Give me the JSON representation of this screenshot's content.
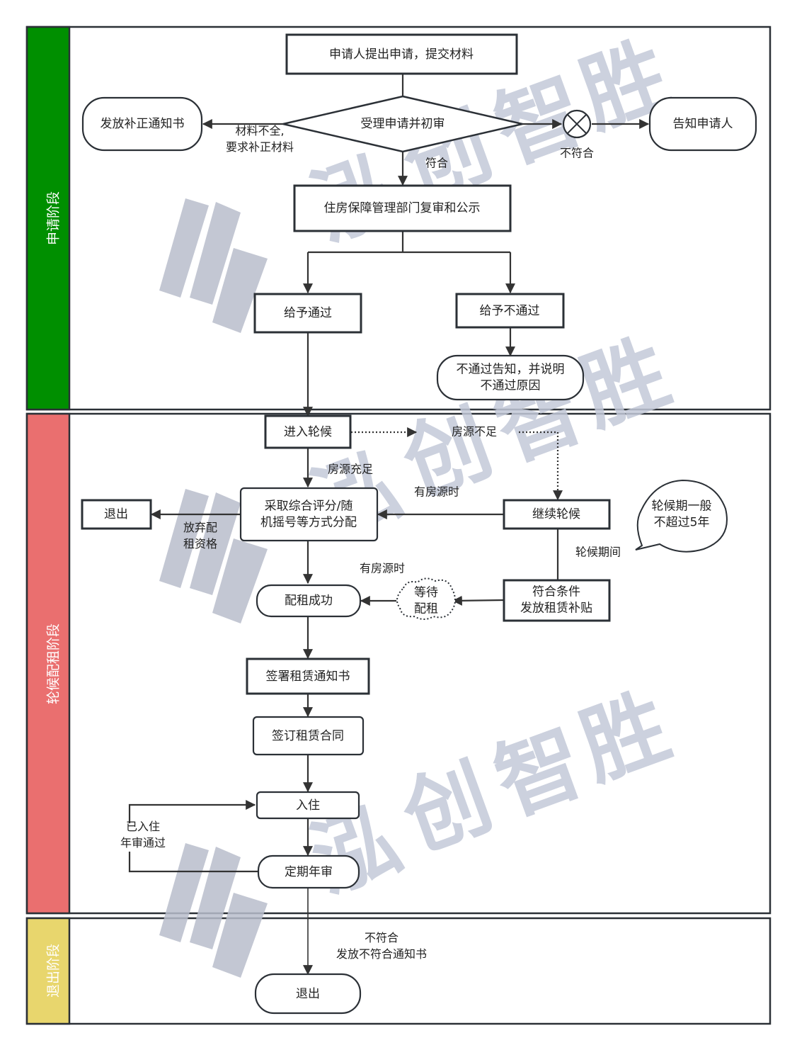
{
  "lanes": [
    {
      "id": "apply",
      "title": "申请阶段",
      "color": "#008f00"
    },
    {
      "id": "waiting",
      "title": "轮候配租阶段",
      "color": "#ea6f6f"
    },
    {
      "id": "exit",
      "title": "退出阶段",
      "color": "#e8d66d"
    }
  ],
  "nodes": {
    "submit": {
      "lines": [
        "申请人提出申请，提交材料"
      ]
    },
    "review": {
      "lines": [
        "受理申请并初审"
      ]
    },
    "correction": {
      "lines": [
        "发放补正通知书"
      ]
    },
    "reject_gate": {
      "lines": []
    },
    "notify": {
      "lines": [
        "告知申请人"
      ]
    },
    "recheck": {
      "lines": [
        "住房保障管理部门复审和公示"
      ]
    },
    "pass": {
      "lines": [
        "给予通过"
      ]
    },
    "fail": {
      "lines": [
        "给予不通过"
      ]
    },
    "fail_notice": {
      "lines": [
        "不通过告知，并说明",
        "不通过原因"
      ]
    },
    "queue": {
      "lines": [
        "进入轮候"
      ]
    },
    "allocate": {
      "lines": [
        "采取综合评分/随",
        "机摇号等方式分配"
      ]
    },
    "quit1": {
      "lines": [
        "退出"
      ]
    },
    "continue": {
      "lines": [
        "继续轮候"
      ]
    },
    "callout": {
      "lines": [
        "轮候期一般",
        "不超过5年"
      ]
    },
    "success": {
      "lines": [
        "配租成功"
      ]
    },
    "wait_cloud": {
      "lines": [
        "等待",
        "配租"
      ]
    },
    "subsidy": {
      "lines": [
        "符合条件",
        "发放租赁补贴"
      ]
    },
    "notice": {
      "lines": [
        "签署租赁通知书"
      ]
    },
    "contract": {
      "lines": [
        "签订租赁合同"
      ]
    },
    "movein": {
      "lines": [
        "入住"
      ]
    },
    "annual": {
      "lines": [
        "定期年审"
      ]
    },
    "quit2": {
      "lines": [
        "退出"
      ]
    }
  },
  "edge_labels": {
    "incomplete": [
      "材料不全,",
      "要求补正材料"
    ],
    "qualified": [
      "符合"
    ],
    "unqualified": [
      "不符合"
    ],
    "short": [
      "房源不足"
    ],
    "enough": [
      "房源充足"
    ],
    "available1": [
      "有房源时"
    ],
    "available2": [
      "有房源时"
    ],
    "giveup": [
      "放弃配",
      "租资格"
    ],
    "during": [
      "轮候期间"
    ],
    "passed": [
      "已入住",
      "年审通过"
    ],
    "exit_reason": [
      "不符合",
      "发放不符合通知书"
    ]
  },
  "watermark": {
    "text": [
      "泓",
      "创",
      "智",
      "胜"
    ],
    "logo": "HC"
  }
}
